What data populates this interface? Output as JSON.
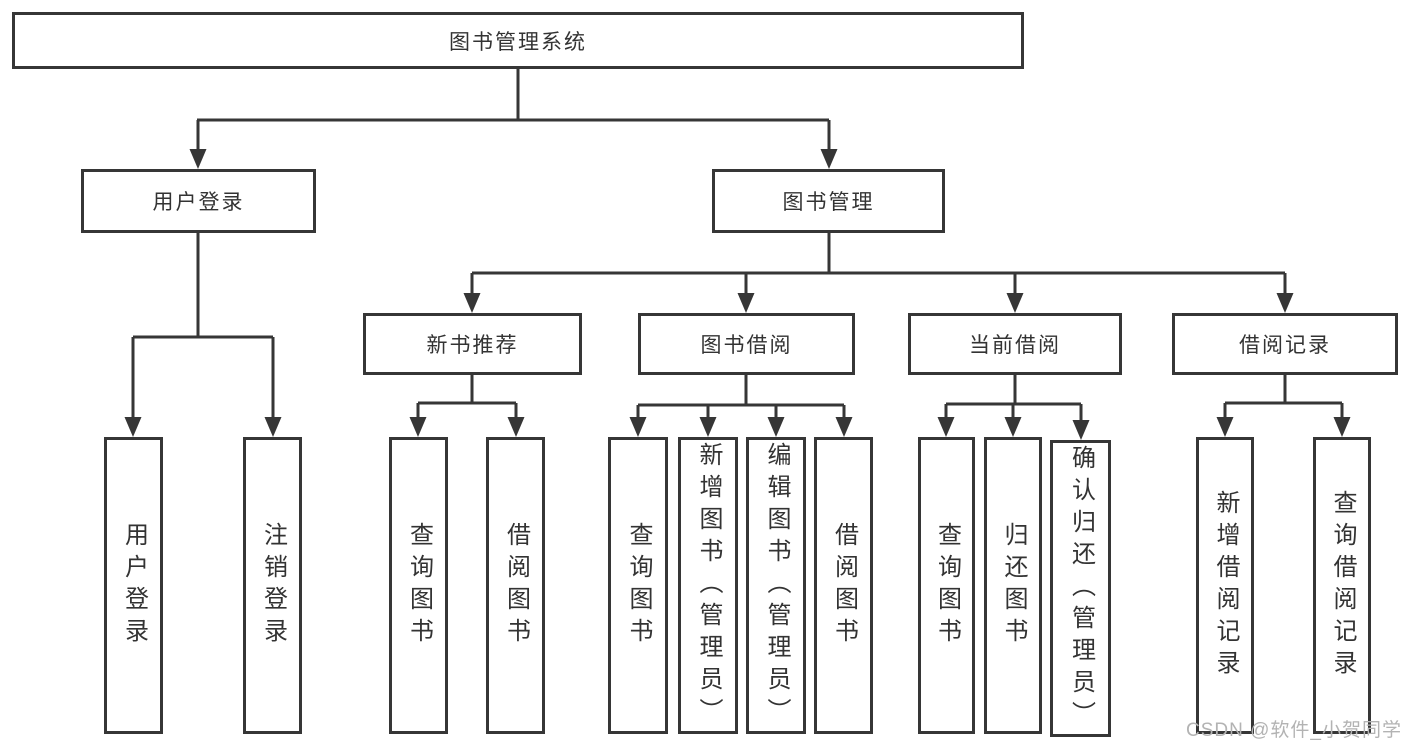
{
  "diagram": {
    "root": {
      "label": "图书管理系统"
    },
    "level2": {
      "user_login": {
        "label": "用户登录"
      },
      "book_management": {
        "label": "图书管理"
      }
    },
    "level3": {
      "new_book_recommend": {
        "label": "新书推荐"
      },
      "book_borrowing": {
        "label": "图书借阅"
      },
      "current_borrowing": {
        "label": "当前借阅"
      },
      "borrowing_records": {
        "label": "借阅记录"
      }
    },
    "leaves": {
      "user_login": {
        "label": "用户登录"
      },
      "logout": {
        "label": "注销登录"
      },
      "nb_query_books": {
        "label": "查询图书"
      },
      "nb_borrow_books": {
        "label": "借阅图书"
      },
      "bb_query_books": {
        "label": "查询图书"
      },
      "bb_add_books": {
        "label": "新增图书（管理员）"
      },
      "bb_edit_books": {
        "label": "编辑图书（管理员）"
      },
      "bb_borrow_books": {
        "label": "借阅图书"
      },
      "cb_query_books": {
        "label": "查询图书"
      },
      "cb_return_books": {
        "label": "归还图书"
      },
      "cb_confirm_return": {
        "label": "确认归还（管理员）"
      },
      "br_add_record": {
        "label": "新增借阅记录"
      },
      "br_query_record": {
        "label": "查询借阅记录"
      }
    }
  },
  "watermark": {
    "text": "CSDN @软件_小贺同学"
  },
  "colors": {
    "line": "#363636",
    "text": "#333333",
    "watermark": "#b3b3b3",
    "background": "#ffffff"
  }
}
